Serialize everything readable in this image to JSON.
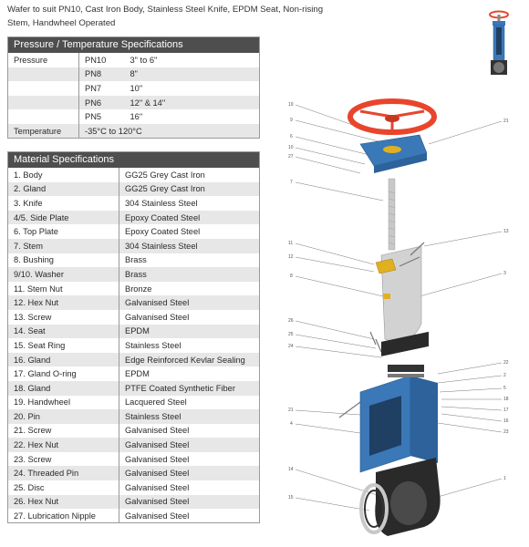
{
  "intro": {
    "line1": "Wafer to suit PN10, Cast Iron Body, Stainless Steel Knife, EPDM Seat, Non-rising",
    "line2": "Stem, Handwheel Operated"
  },
  "pressure_table": {
    "title": "Pressure / Temperature Specifications",
    "rows": [
      {
        "label": "Pressure",
        "pn": "PN10",
        "size": "3\" to 6\""
      },
      {
        "label": "",
        "pn": "PN8",
        "size": "8\""
      },
      {
        "label": "",
        "pn": "PN7",
        "size": "10\""
      },
      {
        "label": "",
        "pn": "PN6",
        "size": "12\" & 14\""
      },
      {
        "label": "",
        "pn": "PN5",
        "size": "16\""
      },
      {
        "label": "Temperature",
        "pn": "-35°C to 120°C",
        "size": ""
      }
    ]
  },
  "material_table": {
    "title": "Material Specifications",
    "rows": [
      {
        "part": "1. Body",
        "material": "GG25 Grey Cast Iron"
      },
      {
        "part": "2. Gland",
        "material": "GG25 Grey Cast Iron"
      },
      {
        "part": "3. Knife",
        "material": "304 Stainless Steel"
      },
      {
        "part": "4/5. Side Plate",
        "material": "Epoxy Coated Steel"
      },
      {
        "part": "6. Top Plate",
        "material": "Epoxy Coated Steel"
      },
      {
        "part": "7. Stem",
        "material": "304 Stainless Steel"
      },
      {
        "part": "8. Bushing",
        "material": "Brass"
      },
      {
        "part": "9/10. Washer",
        "material": "Brass"
      },
      {
        "part": "11. Stem Nut",
        "material": "Bronze"
      },
      {
        "part": "12. Hex Nut",
        "material": "Galvanised Steel"
      },
      {
        "part": "13. Screw",
        "material": "Galvanised Steel"
      },
      {
        "part": "14. Seat",
        "material": "EPDM"
      },
      {
        "part": "15. Seat Ring",
        "material": "Stainless Steel"
      },
      {
        "part": "16. Gland",
        "material": "Edge Reinforced Kevlar Sealing"
      },
      {
        "part": "17. Gland O-ring",
        "material": "EPDM"
      },
      {
        "part": "18. Gland",
        "material": "PTFE Coated Synthetic Fiber"
      },
      {
        "part": "19. Handwheel",
        "material": "Lacquered Steel"
      },
      {
        "part": "20. Pin",
        "material": "Stainless Steel"
      },
      {
        "part": "21. Screw",
        "material": "Galvanised Steel"
      },
      {
        "part": "22. Hex Nut",
        "material": "Galvanised Steel"
      },
      {
        "part": "23. Screw",
        "material": "Galvanised Steel"
      },
      {
        "part": "24. Threaded Pin",
        "material": "Galvanised Steel"
      },
      {
        "part": "25. Disc",
        "material": "Galvanised Steel"
      },
      {
        "part": "26. Hex Nut",
        "material": "Galvanised Steel"
      },
      {
        "part": "27. Lubrication Nipple",
        "material": "Galvanised Steel"
      }
    ]
  },
  "diagram": {
    "left_callouts": [
      "19",
      "9",
      "6",
      "10",
      "27",
      "7",
      "11",
      "12",
      "8",
      "26",
      "25",
      "24",
      "21",
      "4",
      "14",
      "15"
    ],
    "right_callouts": [
      "21",
      "13",
      "3",
      "22",
      "2",
      "5",
      "18",
      "17",
      "16",
      "23",
      "1"
    ],
    "colors": {
      "handwheel": "#e8452c",
      "body": "#3a78b8",
      "brass": "#e0b020",
      "steel": "#c8c8c8",
      "dark": "#2a2a2a"
    }
  }
}
